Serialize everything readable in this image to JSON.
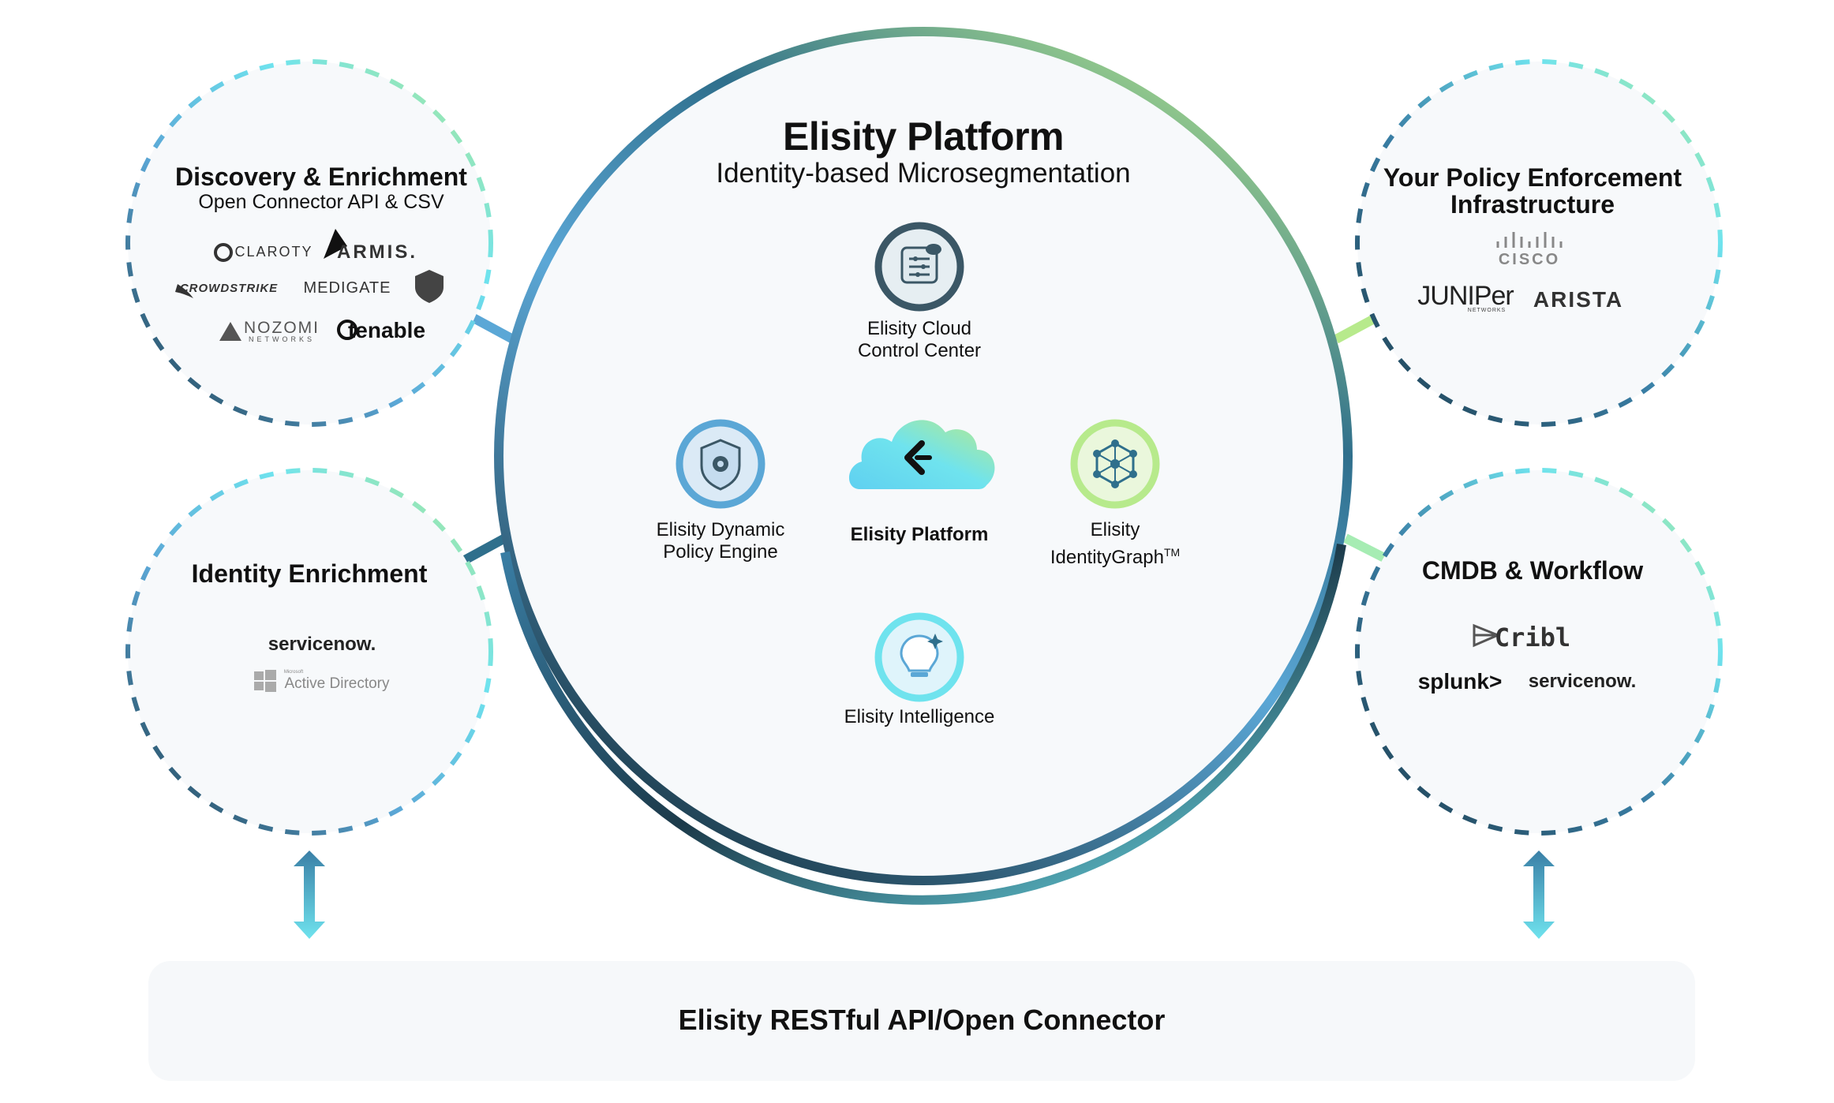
{
  "platform": {
    "title": "Elisity Platform",
    "subtitle": "Identity-based Microsegmentation",
    "components": {
      "cloud_control_center": [
        "Elisity Cloud",
        "Control Center"
      ],
      "policy_engine": [
        "Elisity Dynamic",
        "Policy Engine"
      ],
      "center_label": "Elisity Platform",
      "identity_graph": [
        "Elisity",
        "IdentityGraph"
      ],
      "identity_graph_mark": "TM",
      "intelligence": "Elisity Intelligence"
    }
  },
  "discovery": {
    "title": "Discovery & Enrichment",
    "subtitle": "Open Connector API & CSV",
    "logos": [
      "CLAROTY",
      "ARMIS.",
      "CROWDSTRIKE",
      "MEDIGATE",
      "NOZOMI",
      "NETWORKS",
      "tenable"
    ]
  },
  "identity": {
    "title": "Identity Enrichment",
    "logos": [
      "servicenow.",
      "Microsoft",
      "Active Directory"
    ]
  },
  "policy": {
    "title": [
      "Your Policy Enforcement",
      "Infrastructure"
    ],
    "logos": [
      "CISCO",
      "JUNIPer",
      "NETWORKS",
      "ARISTA"
    ]
  },
  "cmdb": {
    "title": "CMDB & Workflow",
    "logos": [
      "Cribl",
      "splunk>",
      "servicenow."
    ]
  },
  "footer": {
    "label": "Elisity RESTful API/Open Connector"
  },
  "colors": {
    "ring_dark": "#1c3a4a",
    "ring_blue": "#5ba7d6",
    "ring_green": "#b7ea8c",
    "ring_cyan": "#6fe3ee",
    "panel_bg": "#f7f9fb",
    "footer_bg": "#f6f8fa"
  }
}
